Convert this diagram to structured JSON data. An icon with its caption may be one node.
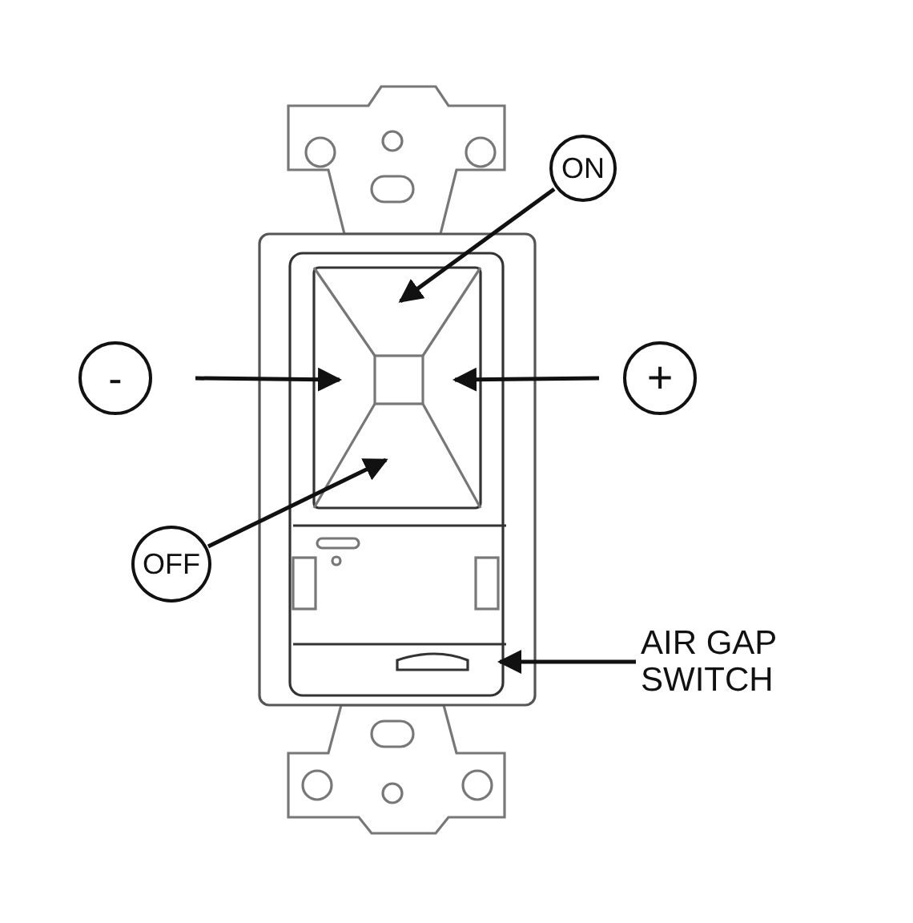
{
  "diagram": {
    "nodes": [
      {
        "text": [
          "ON"
        ]
      },
      {
        "text": [
          "-"
        ]
      },
      {
        "text": [
          "+"
        ]
      },
      {
        "text": [
          "OFF"
        ]
      },
      {
        "text": [
          "AIR GAP SWITCH"
        ]
      }
    ],
    "edges": [
      {
        "from": 0,
        "to": null,
        "arrow": "to"
      },
      {
        "from": 1,
        "to": null,
        "arrow": "to"
      },
      {
        "from": 2,
        "to": null,
        "arrow": "to"
      },
      {
        "from": 3,
        "to": null,
        "arrow": "to"
      },
      {
        "from": 4,
        "to": null,
        "arrow": "to"
      }
    ]
  }
}
